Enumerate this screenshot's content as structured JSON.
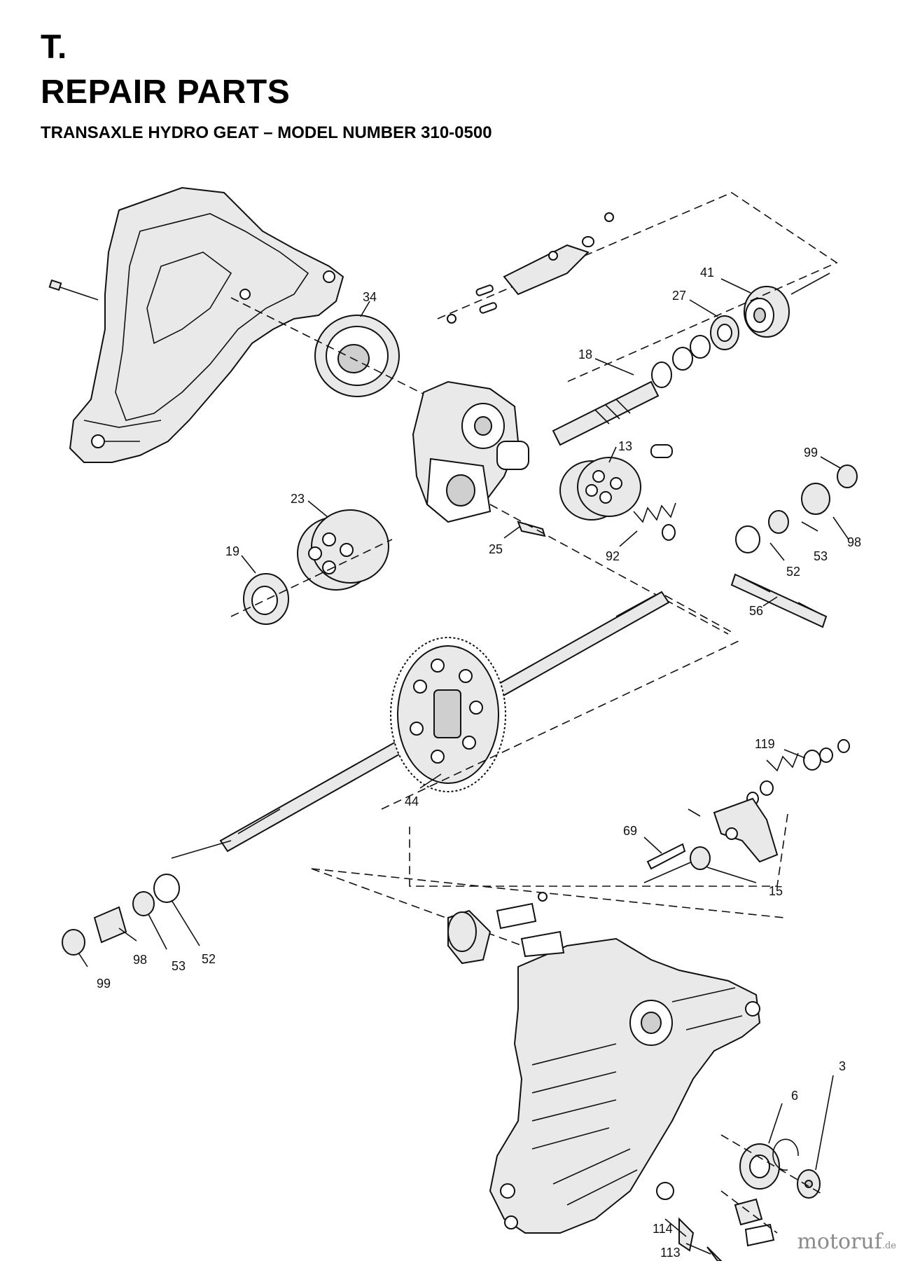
{
  "header": {
    "section": "T.",
    "title": "REPAIR PARTS",
    "subtitle": "TRANSAXLE HYDRO GEAT – MODEL NUMBER 310-0500"
  },
  "callouts": [
    "34",
    "41",
    "27",
    "18",
    "13",
    "99",
    "23",
    "19",
    "25",
    "92",
    "53",
    "98",
    "52",
    "56",
    "44",
    "119",
    "69",
    "15",
    "99",
    "98",
    "53",
    "52",
    "6",
    "3",
    "114",
    "113"
  ],
  "watermark": {
    "brand": "motoruf",
    "tld": ".de"
  }
}
